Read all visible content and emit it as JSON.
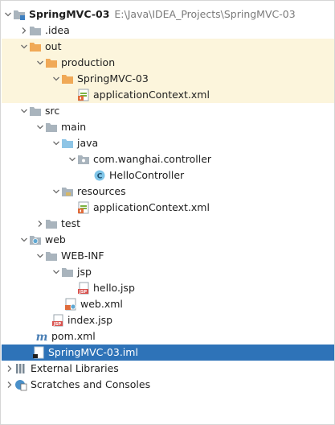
{
  "project": {
    "name": "SpringMVC-03",
    "path": "E:\\Java\\IDEA_Projects\\SpringMVC-03"
  },
  "tree": {
    "idea": ".idea",
    "out": "out",
    "production": "production",
    "out_module": "SpringMVC-03",
    "out_appctx": "applicationContext.xml",
    "src": "src",
    "main": "main",
    "java": "java",
    "package": "com.wanghai.controller",
    "controller": "HelloController",
    "resources": "resources",
    "res_appctx": "applicationContext.xml",
    "test": "test",
    "web": "web",
    "webinf": "WEB-INF",
    "jsp_dir": "jsp",
    "hello_jsp": "hello.jsp",
    "web_xml": "web.xml",
    "index_jsp": "index.jsp",
    "pom": "pom.xml",
    "iml": "SpringMVC-03.iml",
    "external_libraries": "External Libraries",
    "scratches": "Scratches and Consoles"
  },
  "colors": {
    "selection": "#2e73b8",
    "excluded_background": "#fcf5dc",
    "folder": "#a9b4bd",
    "excluded_folder": "#f0a957",
    "source_folder": "#8ec5e6"
  },
  "icons": {
    "folder": "folder-icon",
    "excluded_folder": "excluded-folder-icon",
    "source_folder": "source-folder-icon",
    "resources_folder": "resources-folder-icon",
    "package": "package-icon",
    "class": "class-icon",
    "spring_xml": "spring-xml-icon",
    "jsp": "jsp-file-icon",
    "web_module": "web-module-icon",
    "web_xml": "web-xml-icon",
    "maven": "maven-icon",
    "iml": "iml-file-icon",
    "libraries": "libraries-icon",
    "scratches": "scratches-icon"
  }
}
